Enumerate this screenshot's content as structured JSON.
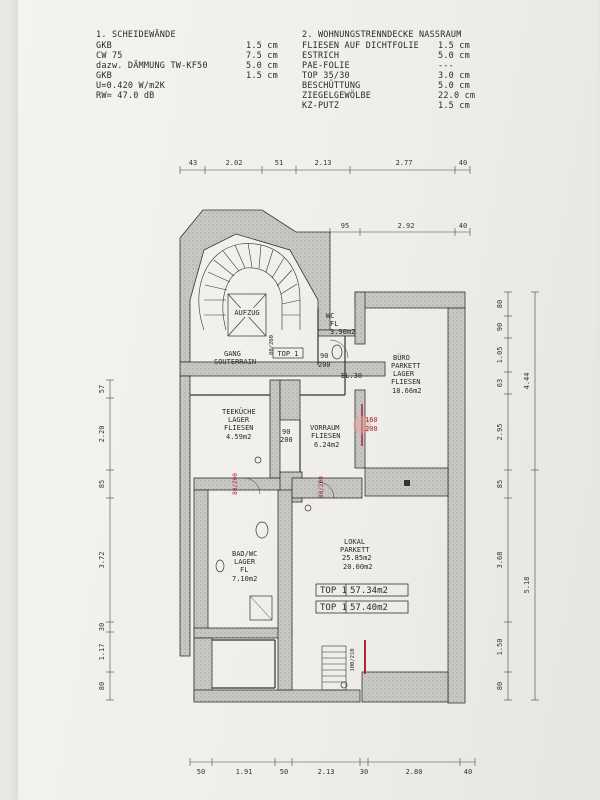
{
  "legend1": {
    "title": "1. SCHEIDEWÄNDE",
    "rows": [
      {
        "k": "GKB",
        "v": "1.5 cm"
      },
      {
        "k": "CW 75",
        "v": "7.5 cm"
      },
      {
        "k": "dazw. DÄMMUNG TW-KF50",
        "v": "5.0 cm"
      },
      {
        "k": "GKB",
        "v": "1.5 cm"
      },
      {
        "k": "U=0.420 W/m2K",
        "v": ""
      },
      {
        "k": "RW= 47.0 dB",
        "v": ""
      }
    ]
  },
  "legend2": {
    "title": "2. WOHNUNGSTRENNDECKE NASSRAUM",
    "rows": [
      {
        "k": "FLIESEN AUF DICHTFOLIE",
        "v": "1.5 cm"
      },
      {
        "k": "ESTRICH",
        "v": "5.0 cm"
      },
      {
        "k": "PAE-FOLIE",
        "v": "---"
      },
      {
        "k": "TOP 35/30",
        "v": "3.0 cm"
      },
      {
        "k": "BESCHÜTTUNG",
        "v": "5.0 cm"
      },
      {
        "k": "ZIEGELGEWÖLBE",
        "v": "22.0 cm"
      },
      {
        "k": "KZ-PUTZ",
        "v": "1.5 cm"
      }
    ]
  },
  "dims": {
    "top1": [
      "43",
      "2.02",
      "51",
      "2.13",
      "2.77",
      "40"
    ],
    "top2": [
      "95",
      "2.92",
      "40"
    ],
    "bottom": [
      "50",
      "1.91",
      "50",
      "2.13",
      "30",
      "2.80",
      "40"
    ],
    "left": [
      "57",
      "2.20",
      "85",
      "3.72",
      "30",
      "1.17",
      "80"
    ],
    "right_inner": [
      "80",
      "90",
      "1.05",
      "63",
      "2.95",
      "85",
      "3.68",
      "1.50",
      "80"
    ],
    "right_outer": [
      "4.44",
      "5.18"
    ]
  },
  "rooms": {
    "aufzug": "AUFZUG",
    "aufzug_door": "80/200",
    "wc": [
      "WC",
      "FL",
      "3.90m2"
    ],
    "gang": [
      "GANG",
      "SOUTERRAIN"
    ],
    "top_tag": "TOP 1",
    "door_90_200_a": [
      "90",
      "200"
    ],
    "el": "EL.30",
    "buero": [
      "BÜRO",
      "PARKETT",
      "LAGER",
      "FLIESEN",
      "18.66m2"
    ],
    "teekueche": [
      "TEEKÜCHE",
      "LAGER",
      "FLIESEN",
      "4.59m2"
    ],
    "door_90_200_b": [
      "90",
      "200"
    ],
    "vorraum": [
      "VORRAUM",
      "FLIESEN",
      "6.24m2"
    ],
    "door_red": [
      "160",
      "200"
    ],
    "door_80_200_a": "80/200",
    "door_80_200_b": "80/200",
    "bad": [
      "BAD/WC",
      "LAGER",
      "FL",
      "7.10m2"
    ],
    "lokal": [
      "LOKAL",
      "PARKETT",
      "25.85m2",
      "20.00m2"
    ],
    "total1": [
      "TOP 1",
      "57.34m2"
    ],
    "total2": [
      "TOP 1",
      "57.40m2"
    ],
    "stair_door": "100/210"
  }
}
